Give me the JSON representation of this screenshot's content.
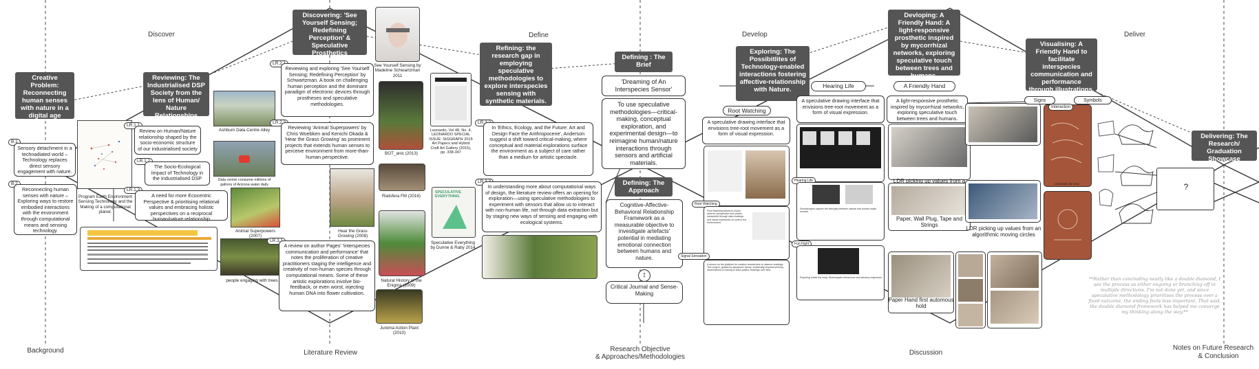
{
  "phases": {
    "discover": "Discover",
    "define": "Define",
    "develop": "Develop",
    "deliver": "Deliver"
  },
  "bottom_labels": {
    "background": "Background",
    "literature": "Literature Review",
    "research_objective": "Research Objective",
    "approaches": "& Approaches/Methodologies",
    "discussion": "Discussion",
    "notes": "Notes on Future Research",
    "conclusion": "& Conclusion"
  },
  "dark_boxes": {
    "creative_problem": "Creative Problem: Reconnecting human senses with nature in a digital age",
    "reviewing": "Reviewing: The Industrialised DSP Society from the lens of Human/ Nature Relationships",
    "discovering": "Discovering: 'See Yourself Sensing; Redefining Perception' & Speculative Prosthetics",
    "refining": "Refining: the research gap in employing speculative methodologies to explore interspecies sensing with synthetic materials.",
    "defining_brief": "Defining : The Brief",
    "defining_approach": "Defining: The Approach",
    "exploring": "Exploring: The Possibitlites of Technology-enabled interactions fostering affective-relationship with Nature.",
    "developing": "Devloping: A Friendly Hand: A light-responsive prosthetic inspired by mycorrhizal networks, exploring speculative touch between trees and humans.",
    "visualising": "Visualising: A Friendly Hand to facilitate interspecies communication and performance through illustrations.",
    "delivering": "Delivering: The Research/ Graduation Showcase"
  },
  "background": {
    "b1_tag": "B.1",
    "b1_text": "Sensory detachment in a technadiated world – Technology replaces direct sensory engagement with nature.",
    "b2_tag": "B.2",
    "b2_text": "Reconnecting human senses with nature – Exploring ways to restore embodied interactions with the environment through computational means and sensing technology.",
    "program_earth": "Program Earth Environment Sensing Technology and the Making of a computational planet."
  },
  "literature": {
    "lr11_tag": "LR.1.1",
    "lr11": "Review on Human/Nature relationship shaped by the socio-economic structure of our industrialised society",
    "lr12_tag": "LR.1.2",
    "lr12": "The Socio-Ecological Impact of Technology in the Industrialised DSP",
    "lr13_tag": "LR.1.3",
    "lr13": "A need for more Ecocentric Perspective & prioritising relational values and embracing holistic perspectives on a reciprocal human/nature relationship",
    "lr21_tag": "LR.2.1",
    "lr21": "Reviewing and exploring 'See Yourself Sensing; Redefining Perception' by Schwartzman. A book on challenging human perception and the dominant paradigm of electronic devices through prostheses and speculative methodologies.",
    "lr22_tag": "LR.2.2",
    "lr22": "Reviewing 'Animal Superpowers' by Chris Woebken and Kenichi Okada & 'Hear the Grass Growing' as prominent projects that extends human senses to perceive environment from more-than-human perspective.",
    "lr31_tag": "LR.3.1",
    "lr31": "A review on author Pages' 'interspecies communication and performance' that notes the proliferation of creative practitioners staging the intelligence and creativity of non-human species through computational means. Some of these artistic explorations involve bio-feedback, or even worst, injecting human DNA into flower cultivation.",
    "lr32_tag": "LR.3.2",
    "lr32": "In 'Ethics, Ecology, and the Future: Art and Design Face the Anthropocene', Anderson suggest a shift toward critical-making, where conceptual and material explorations surface the environment as a subject of care rather than a medium for artistic spectacle.",
    "lr33_tag": "LR.3.3",
    "lr33": "In understanding more about computational ways of design, the literature review offers an opening for exploration—using speculative methodologies to experiment with sensors that allow us to interact with non-human life, not through data extraction but by staging new ways of sensing and engaging with ecological systems."
  },
  "captions": {
    "ashburn": "Ashburn Data Centre Alley",
    "datacentre": "Data centre consume millions of gallons of Arizona water daily",
    "animal": "Animal Superpowers (2007)",
    "hear": "Hear the Grass Growing (2008)",
    "people_trees": "people engaging with trees",
    "see_yourself": "See Yourself Sensing by Madeline Schwartzman 2011",
    "bot": "BOT_anic (2013)",
    "riastsfera": "Riatsfera FM (2016)",
    "natural_history": "Natural History of the Enigma (2009)",
    "jurema": "Jurema Action Plant (2010)",
    "leonardo": "Leonardo, Vol 48, No. 4, LEONARDO SPECIAL ISSUE: SIGGRAPH 2015 Art Papers and Hybrid Craft Art Gallery (2015), pp. 338-347",
    "speculative": "Speculative Everything by Dunne & Raby 2014",
    "book_cover_text": "SPECULATIVE EVERYTHING"
  },
  "brief": {
    "title": "'Dreaming of An Interspecies Sensor'",
    "text": "To use speculative methodologies—critical-making, conceptual exploration, and experimental design—to reimagine human/nature interactions through sensors and artificial materials."
  },
  "approach": {
    "text": "Cognitive-Affective-Behavioral Relationship Framework as a measurable objective to investigate artefacts' potential in mediating emotional connection between humans and nature.",
    "journal": "Critical Journal and Sense-Making"
  },
  "develop": {
    "root_watching": "Root Watching",
    "root_desc": "A speculative drawing interface that envisions tree-root movement as a form of visual expression.",
    "hearing_life": "Hearing Life",
    "hearing_desc": "A speculative drawing interface that envisions tree-root movement as a form of visual expression.",
    "friendly_hand": "A Friendly Hand",
    "friendly_desc": "A light-responsive prosthetic inspired by mycorrhizal networks, exploring speculative touch between trees and humans.",
    "tag_root": "Root Watching",
    "tag_hearing": "Hearing Life",
    "tag_signal": "Signal Sensation",
    "tag_fun": "Fun Fight",
    "ldr_white": "LDR picking up values from a white to black gradient img",
    "ldr_algo": "LDR picking up values from an algorithmic moving circles",
    "paper_hand": "Paper, Wall Plug, Tape and Strings",
    "paper_first": "Paper Hand first automous hold",
    "signs": "Signs",
    "symbols": "Symbols",
    "interaction": "Interaction",
    "illustration_caption": "Leonardo da Vinci"
  },
  "deliver": {
    "question": "?",
    "quote": "**Rather than concluding neatly like a double diamond, I see the process as either ongoing or branching off in multiple directions. I'm not done yet, and since speculative methodology prioritises the process over a fixed outcome, the ending feels less important. That said, the double diamond framework has helped me converge my thinking along the way.**"
  },
  "colors": {
    "dark_box": "#555555",
    "line": "#333333",
    "quote": "#999999",
    "highlight": "#f5c542"
  }
}
